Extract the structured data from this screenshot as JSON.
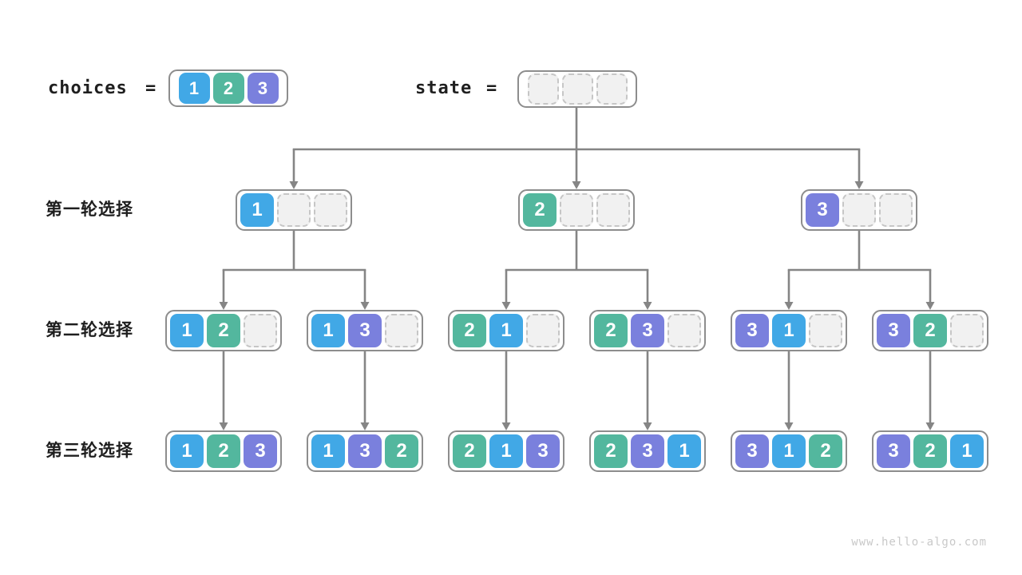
{
  "header": {
    "choices_label": "choices",
    "equals": "=",
    "choices_cells": [
      1,
      2,
      3
    ],
    "state_label": "state",
    "state_cells": [
      null,
      null,
      null
    ]
  },
  "rows": [
    {
      "label": "第一轮选择",
      "nodes": [
        [
          1,
          null,
          null
        ],
        [
          2,
          null,
          null
        ],
        [
          3,
          null,
          null
        ]
      ]
    },
    {
      "label": "第二轮选择",
      "nodes": [
        [
          1,
          2,
          null
        ],
        [
          1,
          3,
          null
        ],
        [
          2,
          1,
          null
        ],
        [
          2,
          3,
          null
        ],
        [
          3,
          1,
          null
        ],
        [
          3,
          2,
          null
        ]
      ]
    },
    {
      "label": "第三轮选择",
      "nodes": [
        [
          1,
          2,
          3
        ],
        [
          1,
          3,
          2
        ],
        [
          2,
          1,
          3
        ],
        [
          2,
          3,
          1
        ],
        [
          3,
          1,
          2
        ],
        [
          3,
          2,
          1
        ]
      ]
    }
  ],
  "colors": {
    "value1": "#41a8e6",
    "value2": "#53b79e",
    "value3": "#7a80dd",
    "arrow": "#858585",
    "box_border": "#8d8d8d",
    "empty_fill": "#f1f1f1",
    "empty_border": "#c6c6c6"
  },
  "watermark": "www.hello-algo.com"
}
